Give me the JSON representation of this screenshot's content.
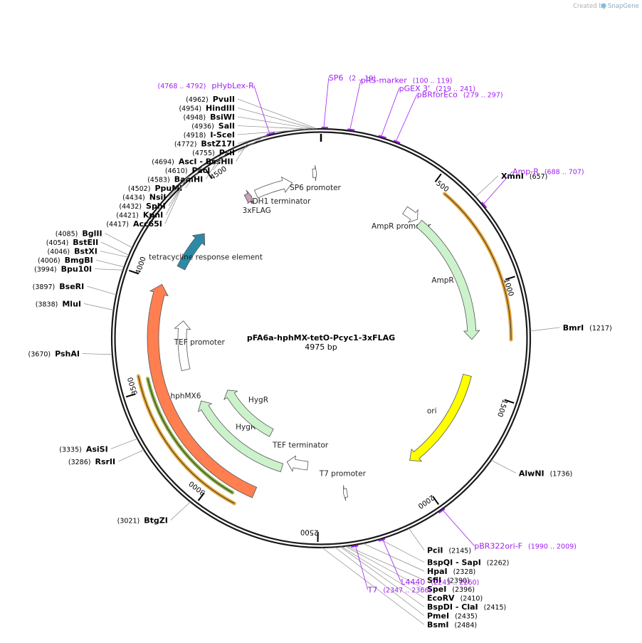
{
  "credit": {
    "prefix": "Created by",
    "brand": "SnapGene"
  },
  "plasmid": {
    "name": "pFA6a-hphMX-tetO-Pcyc1-3xFLAG",
    "size_label": "4975 bp",
    "length": 4975
  },
  "ticks": [
    {
      "pos": 500,
      "label": "500"
    },
    {
      "pos": 1000,
      "label": "1000"
    },
    {
      "pos": 1500,
      "label": "1500"
    },
    {
      "pos": 2000,
      "label": "2000"
    },
    {
      "pos": 2500,
      "label": "2500"
    },
    {
      "pos": 3000,
      "label": "3000"
    },
    {
      "pos": 3500,
      "label": "3500"
    },
    {
      "pos": 4000,
      "label": "4000"
    },
    {
      "pos": 4500,
      "label": "4500"
    }
  ],
  "sites": [
    {
      "name": "PvuII",
      "pos_label": "(4962)",
      "pos": 4962
    },
    {
      "name": "HindIII",
      "pos_label": "(4954)",
      "pos": 4954
    },
    {
      "name": "BsiWI",
      "pos_label": "(4948)",
      "pos": 4948
    },
    {
      "name": "SalI",
      "pos_label": "(4936)",
      "pos": 4936
    },
    {
      "name": "I-SceI",
      "pos_label": "(4918)",
      "pos": 4918
    },
    {
      "name": "BstZ17I",
      "pos_label": "(4772)",
      "pos": 4772
    },
    {
      "name": "PsiI",
      "pos_label": "(4755)",
      "pos": 4755
    },
    {
      "name": "AscI  - BssHII",
      "pos_label": "(4694)",
      "pos": 4694
    },
    {
      "name": "PacI",
      "pos_label": "(4610)",
      "pos": 4610
    },
    {
      "name": "BamHI",
      "pos_label": "(4583)",
      "pos": 4583
    },
    {
      "name": "PpuMI",
      "pos_label": "(4502)",
      "pos": 4502
    },
    {
      "name": "NsiI",
      "pos_label": "(4434)",
      "pos": 4434
    },
    {
      "name": "SphI",
      "pos_label": "(4432)",
      "pos": 4432
    },
    {
      "name": "KpnI",
      "pos_label": "(4421)",
      "pos": 4421
    },
    {
      "name": "Acc65I",
      "pos_label": "(4417)",
      "pos": 4417
    },
    {
      "name": "BglII",
      "pos_label": "(4085)",
      "pos": 4085
    },
    {
      "name": "BstEII",
      "pos_label": "(4054)",
      "pos": 4054
    },
    {
      "name": "BstXI",
      "pos_label": "(4046)",
      "pos": 4046
    },
    {
      "name": "BmgBI",
      "pos_label": "(4006)",
      "pos": 4006
    },
    {
      "name": "Bpu10I",
      "pos_label": "(3994)",
      "pos": 3994
    },
    {
      "name": "BseRI",
      "pos_label": "(3897)",
      "pos": 3897
    },
    {
      "name": "MluI",
      "pos_label": "(3838)",
      "pos": 3838
    },
    {
      "name": "PshAI",
      "pos_label": "(3670)",
      "pos": 3670
    },
    {
      "name": "AsiSI",
      "pos_label": "(3335)",
      "pos": 3335
    },
    {
      "name": "RsrII",
      "pos_label": "(3286)",
      "pos": 3286
    },
    {
      "name": "BtgZI",
      "pos_label": "(3021)",
      "pos": 3021
    },
    {
      "name": "BsmI",
      "pos_label": "(2484)",
      "pos": 2484
    },
    {
      "name": "PmeI",
      "pos_label": "(2435)",
      "pos": 2435
    },
    {
      "name": "BspDI  - ClaI",
      "pos_label": "(2415)",
      "pos": 2415
    },
    {
      "name": "EcoRV",
      "pos_label": "(2410)",
      "pos": 2410
    },
    {
      "name": "SpeI",
      "pos_label": "(2396)",
      "pos": 2396
    },
    {
      "name": "SfiI",
      "pos_label": "(2390)",
      "pos": 2390
    },
    {
      "name": "HpaI",
      "pos_label": "(2328)",
      "pos": 2328
    },
    {
      "name": "BspQI  - SapI",
      "pos_label": "(2262)",
      "pos": 2262
    },
    {
      "name": "PciI",
      "pos_label": "(2145)",
      "pos": 2145
    },
    {
      "name": "AlwNI",
      "pos_label": "(1736)",
      "pos": 1736
    },
    {
      "name": "BmrI",
      "pos_label": "(1217)",
      "pos": 1217
    },
    {
      "name": "XmnI",
      "pos_label": "(657)",
      "pos": 657
    }
  ],
  "primers": [
    {
      "name": "SP6",
      "range_label": "(2 .. 19)",
      "start": 2,
      "end": 19
    },
    {
      "name": "pRS-marker",
      "range_label": "(100 .. 119)",
      "start": 100,
      "end": 119
    },
    {
      "name": "pGEX 3'",
      "range_label": "(219 .. 241)",
      "start": 219,
      "end": 241
    },
    {
      "name": "pBRforEco",
      "range_label": "(279 .. 297)",
      "start": 279,
      "end": 297
    },
    {
      "name": "Amp-R",
      "range_label": "(688 .. 707)",
      "start": 688,
      "end": 707
    },
    {
      "name": "pBR322ori-F",
      "range_label": "(1990 .. 2009)",
      "start": 1990,
      "end": 2009
    },
    {
      "name": "L4440",
      "range_label": "(2243 .. 2260)",
      "start": 2243,
      "end": 2260
    },
    {
      "name": "T7",
      "range_label": "(2347 .. 2366)",
      "start": 2347,
      "end": 2366
    },
    {
      "name": "pHybLex-R",
      "range_label": "(4768 .. 4792)",
      "start": 4768,
      "end": 4792
    }
  ],
  "features": [
    {
      "name": "SP6 promoter",
      "start": 4935,
      "end": 4954,
      "color": "#ffffff"
    },
    {
      "name": "ADH1 terminator",
      "start": 4640,
      "end": 4830,
      "color": "#ffffff"
    },
    {
      "name": "3xFLAG",
      "start": 4585,
      "end": 4615,
      "color": "#c8a0b8"
    },
    {
      "name": "AmpR promoter",
      "start": 460,
      "end": 540,
      "color": "#ffffff"
    },
    {
      "name": "AmpR",
      "start": 560,
      "end": 1250,
      "color": "#ccf2cc"
    },
    {
      "name": "ori",
      "start": 1440,
      "end": 1990,
      "color": "#ffff00"
    },
    {
      "name": "T7 promoter",
      "start": 2355,
      "end": 2374,
      "color": "#ffffff"
    },
    {
      "name": "TEF terminator",
      "start": 2570,
      "end": 2700,
      "color": "#ffffff"
    },
    {
      "name": "HygR",
      "start": 2720,
      "end": 3350,
      "color": "#ccf2cc"
    },
    {
      "name": "HygR",
      "start": 2870,
      "end": 3330,
      "color": "#ccf2cc"
    },
    {
      "name": "TEF promoter",
      "start": 3550,
      "end": 3830,
      "color": "#ffffff"
    },
    {
      "name": "hphMX6",
      "start": 2810,
      "end": 3990,
      "color": "#ff7f50"
    },
    {
      "name": "tetracycline response element",
      "start": 4100,
      "end": 4310,
      "color": "#2c8aa6"
    }
  ],
  "orange_arcs": [
    {
      "start": 560,
      "end": 1250,
      "color": "#e8a838"
    },
    {
      "start": 2870,
      "end": 3570,
      "color": "#e8a838"
    },
    {
      "start": 2900,
      "end": 3550,
      "color": "#8db040"
    }
  ]
}
